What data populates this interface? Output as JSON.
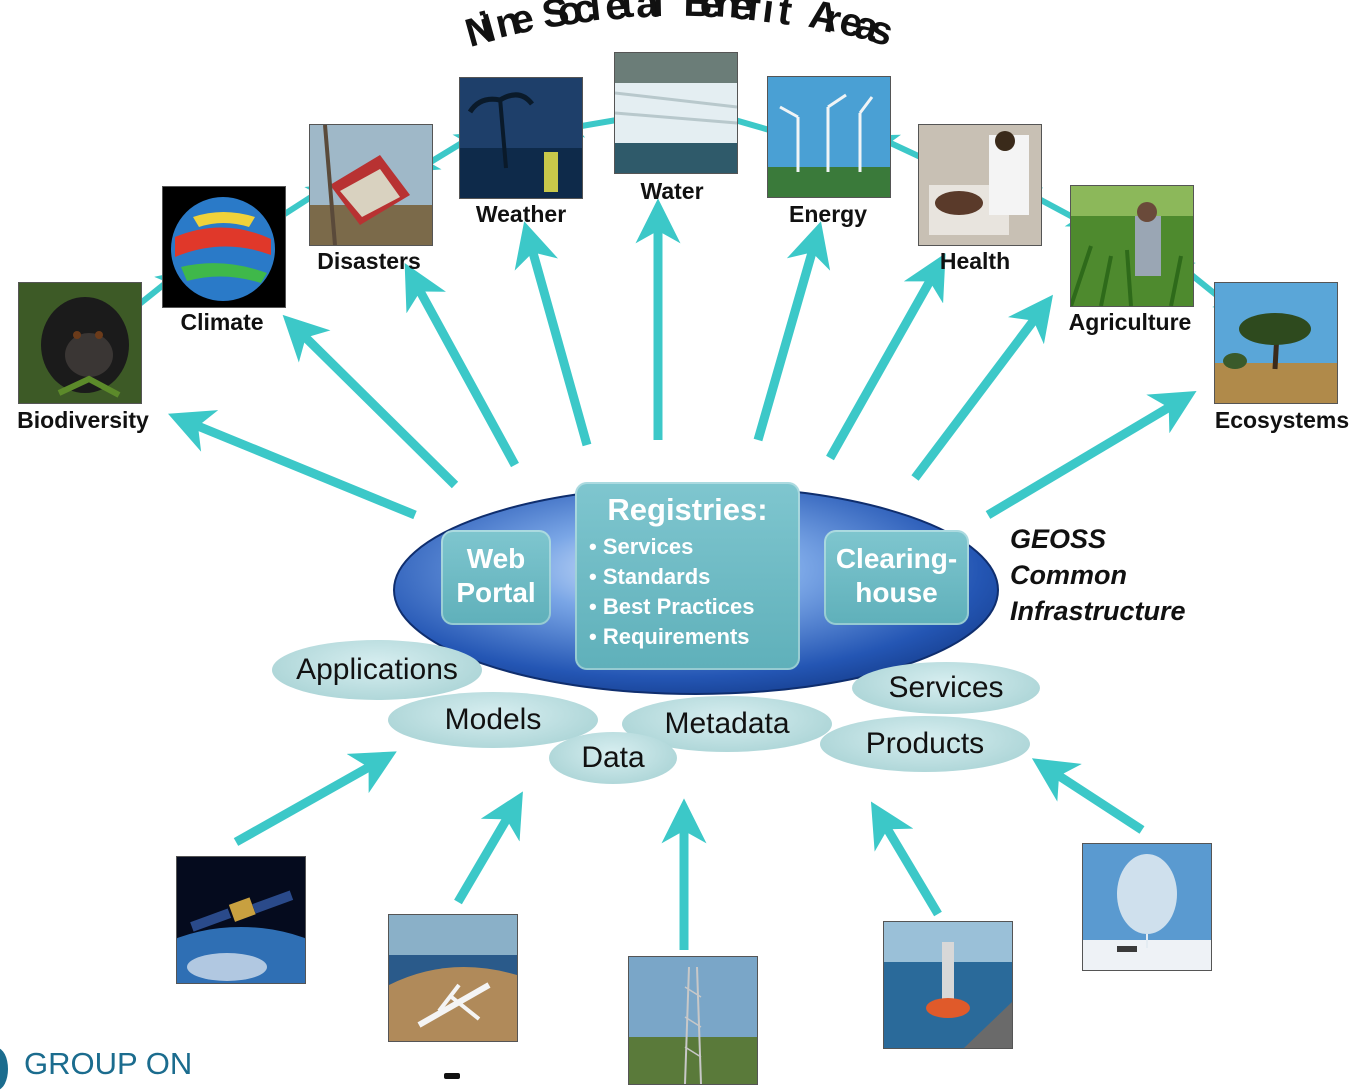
{
  "title": "Nine Societal Benefit Areas",
  "benefit_areas": [
    {
      "id": "biodiversity",
      "label": "Biodiversity"
    },
    {
      "id": "climate",
      "label": "Climate"
    },
    {
      "id": "disasters",
      "label": "Disasters"
    },
    {
      "id": "weather",
      "label": "Weather"
    },
    {
      "id": "water",
      "label": "Water"
    },
    {
      "id": "energy",
      "label": "Energy"
    },
    {
      "id": "health",
      "label": "Health"
    },
    {
      "id": "agriculture",
      "label": "Agriculture"
    },
    {
      "id": "ecosystems",
      "label": "Ecosystems"
    }
  ],
  "hub": {
    "web_portal": [
      "Web",
      "Portal"
    ],
    "registries": {
      "heading": "Registries:",
      "items": [
        "Services",
        "Standards",
        "Best Practices",
        "Requirements"
      ]
    },
    "clearinghouse": [
      "Clearing-",
      "house"
    ]
  },
  "geoss_caption": [
    "GEOSS",
    "Common",
    "Infrastructure"
  ],
  "components": {
    "applications": "Applications",
    "models": "Models",
    "metadata": "Metadata",
    "data": "Data",
    "services": "Services",
    "products": "Products"
  },
  "observing_systems": [
    {
      "id": "satellite",
      "icon": "satellite-photo"
    },
    {
      "id": "aircraft",
      "icon": "aircraft-photo"
    },
    {
      "id": "tower",
      "icon": "flux-tower-photo"
    },
    {
      "id": "buoy",
      "icon": "ocean-buoy-photo"
    },
    {
      "id": "balloon",
      "icon": "weather-balloon-photo"
    }
  ],
  "logo_text": "GROUP ON",
  "colors": {
    "arrow": "#3cc8c8",
    "hub": "#1f4fa8",
    "box": "#5fb0ba",
    "pill": "#aed6d8",
    "logo": "#1b6c8e"
  }
}
